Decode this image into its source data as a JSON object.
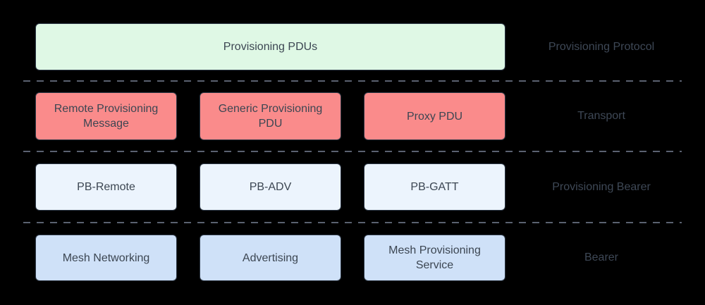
{
  "diagram": {
    "background": "#000000",
    "divider_color": "#5a6170",
    "box_text_color": "#3c4652",
    "label_text_color": "#3e4856",
    "rows": [
      {
        "label": "Provisioning Protocol",
        "fill": "#dff8e5",
        "boxes": [
          {
            "text": "Provisioning PDUs"
          }
        ]
      },
      {
        "label": "Transport",
        "fill": "#fa8b8b",
        "boxes": [
          {
            "text": "Remote Provisioning Message"
          },
          {
            "text": "Generic Provisioning PDU"
          },
          {
            "text": "Proxy PDU"
          }
        ]
      },
      {
        "label": "Provisioning Bearer",
        "fill": "#ecf4fd",
        "boxes": [
          {
            "text": "PB-Remote"
          },
          {
            "text": "PB-ADV"
          },
          {
            "text": "PB-GATT"
          }
        ]
      },
      {
        "label": "Bearer",
        "fill": "#cfe1f8",
        "boxes": [
          {
            "text": "Mesh Networking"
          },
          {
            "text": "Advertising"
          },
          {
            "text": "Mesh Provisioning Service"
          }
        ]
      }
    ]
  }
}
